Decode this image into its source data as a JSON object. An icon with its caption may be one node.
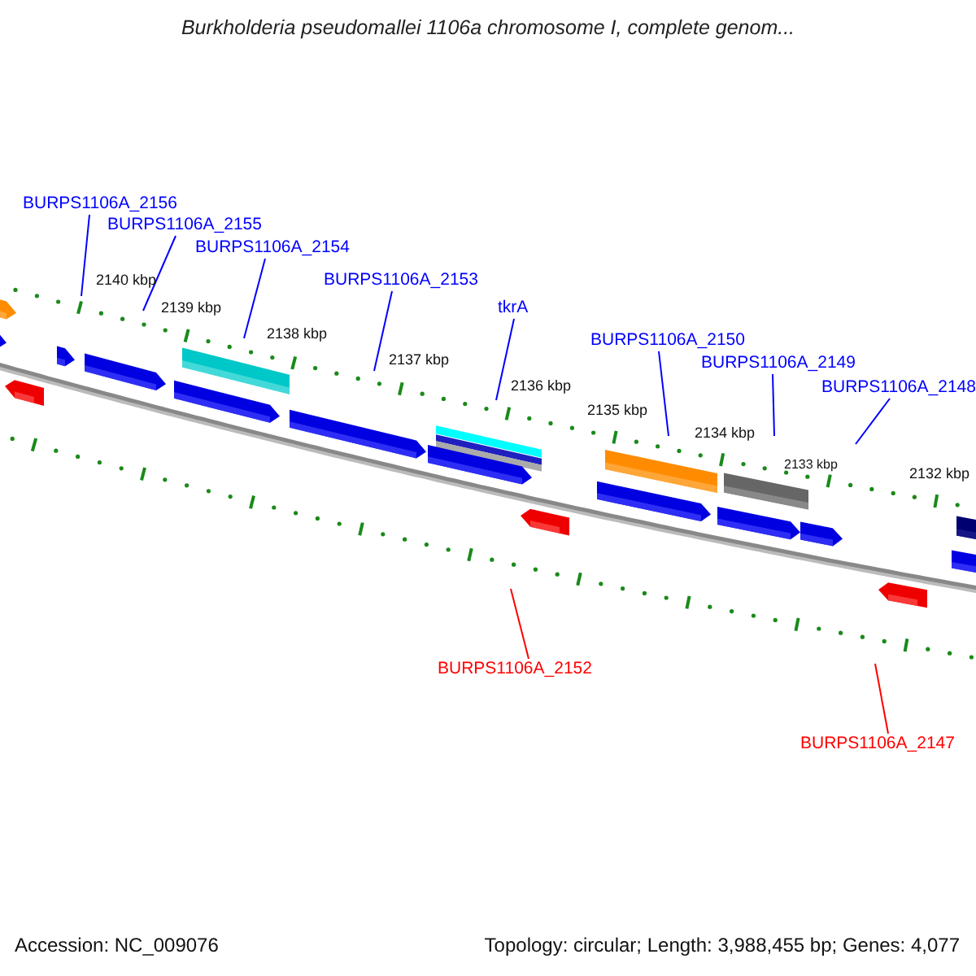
{
  "diagram": {
    "title": "Burkholderia pseudomallei 1106a chromosome I, complete genom...",
    "nodes": [
      {
        "text": [
          "BURPS1106A_2156"
        ]
      },
      {
        "text": [
          "BURPS1106A_2155"
        ]
      },
      {
        "text": [
          "BURPS1106A_2154"
        ]
      },
      {
        "text": [
          "BURPS1106A_2153"
        ]
      },
      {
        "text": [
          "tkrA"
        ]
      },
      {
        "text": [
          "BURPS1106A_2150"
        ]
      },
      {
        "text": [
          "BURPS1106A_2149"
        ]
      },
      {
        "text": [
          "BURPS1106A_2148"
        ]
      },
      {
        "text": [
          "BURPS1106A_2152"
        ]
      },
      {
        "text": [
          "BURPS1106A_2147"
        ]
      }
    ],
    "edges": [
      {
        "from": 0,
        "to": null,
        "arrow": "none"
      },
      {
        "from": 1,
        "to": null,
        "arrow": "none"
      },
      {
        "from": 2,
        "to": null,
        "arrow": "none"
      },
      {
        "from": 3,
        "to": null,
        "arrow": "none"
      },
      {
        "from": 4,
        "to": null,
        "arrow": "none"
      },
      {
        "from": 5,
        "to": null,
        "arrow": "none"
      },
      {
        "from": 6,
        "to": null,
        "arrow": "none"
      },
      {
        "from": 7,
        "to": null,
        "arrow": "none"
      },
      {
        "from": 8,
        "to": null,
        "arrow": "none",
        "color": "#ff0000"
      },
      {
        "from": 9,
        "to": null,
        "arrow": "none",
        "color": "#ff0000"
      }
    ],
    "labels": [
      "2140 kbp",
      "2139 kbp",
      "2138 kbp",
      "2137 kbp",
      "2136 kbp",
      "2135 kbp",
      "2134 kbp",
      "2133 kbp",
      "2132 kbp",
      "Accession: NC_009076",
      "Topology: circular; Length: 3,988,455 bp; Genes: 4,077"
    ]
  }
}
